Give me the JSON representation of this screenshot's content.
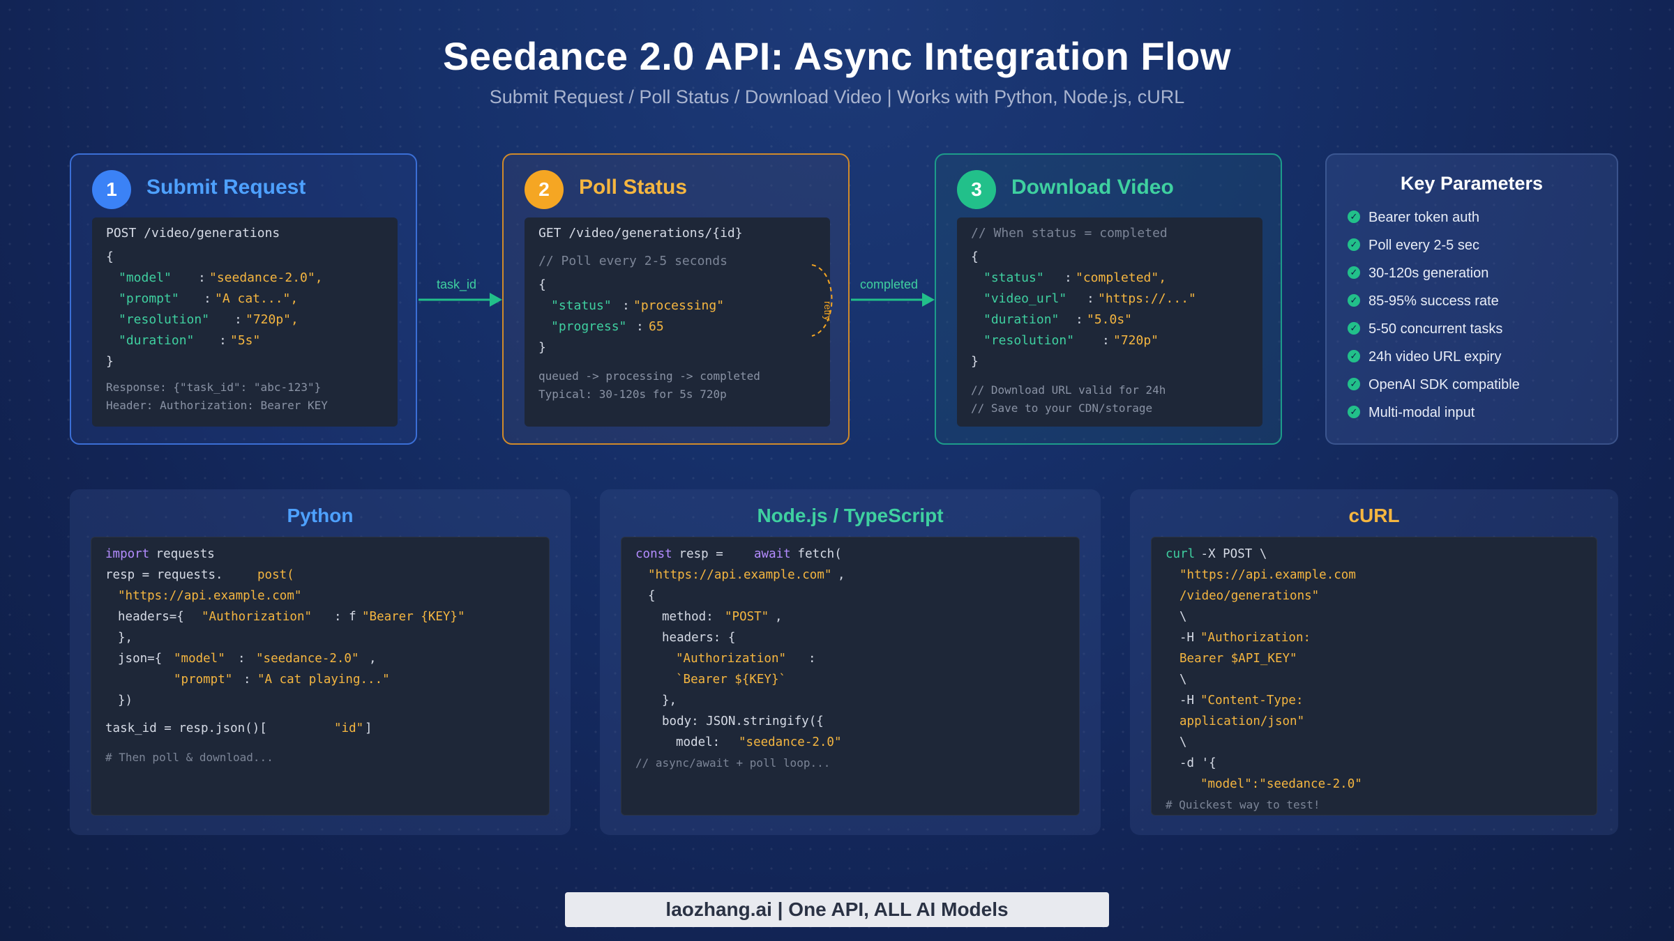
{
  "header": {
    "title": "Seedance 2.0 API: Async Integration Flow",
    "subtitle": "Submit Request / Poll Status / Download Video | Works with Python, Node.js, cURL"
  },
  "colors": {
    "blue": "#4ea1ff",
    "orange": "#f5b640",
    "green": "#3fd0a0",
    "code_bg": "#1e2738"
  },
  "steps": [
    {
      "number": "1",
      "title": "Submit Request",
      "endpoint": "POST /video/generations",
      "body": {
        "open": "{",
        "lines": [
          {
            "key": "\"model\"",
            "value": "\"seedance-2.0\","
          },
          {
            "key": "\"prompt\"",
            "value": "\"A cat...\","
          },
          {
            "key": "\"resolution\"",
            "value": "\"720p\","
          },
          {
            "key": "\"duration\"",
            "value": "\"5s\""
          }
        ],
        "close": "}"
      },
      "notes": [
        "Response: {\"task_id\": \"abc-123\"}",
        "Header: Authorization: Bearer KEY"
      ]
    },
    {
      "number": "2",
      "title": "Poll Status",
      "endpoint": "GET /video/generations/{id}",
      "comment": "// Poll every 2-5 seconds",
      "body": {
        "open": "{",
        "lines": [
          {
            "key": "\"status\"",
            "value": "\"processing\""
          },
          {
            "key": "\"progress\"",
            "value": "65"
          }
        ],
        "close": "}"
      },
      "notes": [
        "queued -> processing -> completed",
        "Typical: 30-120s for 5s 720p"
      ],
      "loop_label": "retry"
    },
    {
      "number": "3",
      "title": "Download Video",
      "endpoint": "// When status = completed",
      "body": {
        "open": "{",
        "lines": [
          {
            "key": "\"status\"",
            "value": "\"completed\","
          },
          {
            "key": "\"video_url\"",
            "value": "\"https://...\""
          },
          {
            "key": "\"duration\"",
            "value": "\"5.0s\""
          },
          {
            "key": "\"resolution\"",
            "value": "\"720p\""
          }
        ],
        "close": "}"
      },
      "notes": [
        "// Download URL valid for 24h",
        "// Save to your CDN/storage"
      ]
    }
  ],
  "arrows": {
    "first": "task_id",
    "second": "completed"
  },
  "key_parameters": {
    "title": "Key Parameters",
    "items": [
      "Bearer token auth",
      "Poll every 2-5 sec",
      "30-120s generation",
      "85-95% success rate",
      "5-50 concurrent tasks",
      "24h video URL expiry",
      "OpenAI SDK compatible",
      "Multi-modal input"
    ],
    "icon": "check-circle-icon"
  },
  "code_panels": {
    "python": {
      "title": "Python",
      "l1_kw": "import",
      "l1_rest": " requests",
      "l2_a": "resp = requests.",
      "l2_fn": "post(",
      "l3": "\"https://api.example.com\"",
      "l4_a": "headers={",
      "l4_key": "\"Authorization\"",
      "l4_b": ": f",
      "l4_val": "\"Bearer {KEY}\"",
      "l5": "},",
      "l6_a": "json={",
      "l6_key": "\"model\"",
      "l6_b": ":",
      "l6_val": "\"seedance-2.0\"",
      "l6_c": ",",
      "l7_key": "\"prompt\"",
      "l7_b": ":",
      "l7_val": "\"A cat playing...\"",
      "l8": "})",
      "l9_a": "task_id = resp.json()[",
      "l9_val": "\"id\"",
      "l9_b": "]",
      "l10": "# Then poll & download..."
    },
    "node": {
      "title": "Node.js / TypeScript",
      "l1_kw": "const",
      "l1_a": " resp = ",
      "l1_kw2": "await",
      "l1_b": " fetch(",
      "l2_val": "\"https://api.example.com\"",
      "l2_b": ",",
      "l3": "{",
      "l4_a": "method:",
      "l4_val": "\"POST\"",
      "l4_b": ",",
      "l5": "headers: {",
      "l6_key": "\"Authorization\"",
      "l6_b": ":",
      "l7_val": "`Bearer ${KEY}`",
      "l8": "},",
      "l9": "body: JSON.stringify({",
      "l10_a": "model:",
      "l10_val": "\"seedance-2.0\"",
      "l11": "// async/await + poll loop..."
    },
    "curl": {
      "title": "cURL",
      "l1_kw": "curl",
      "l1_rest": " -X POST \\",
      "l2": "\"https://api.example.com",
      "l3": "/video/generations\"",
      "l4": "\\",
      "l5_a": "-H ",
      "l5_val": "\"Authorization:",
      "l6": "Bearer $API_KEY\"",
      "l7": "\\",
      "l8_a": "-H ",
      "l8_val": "\"Content-Type:",
      "l9": "application/json\"",
      "l10": "\\",
      "l11": "-d '{",
      "l12": "\"model\":\"seedance-2.0\"",
      "l13": "# Quickest way to test!"
    }
  },
  "footer": {
    "text": "laozhang.ai | One API, ALL AI Models"
  }
}
